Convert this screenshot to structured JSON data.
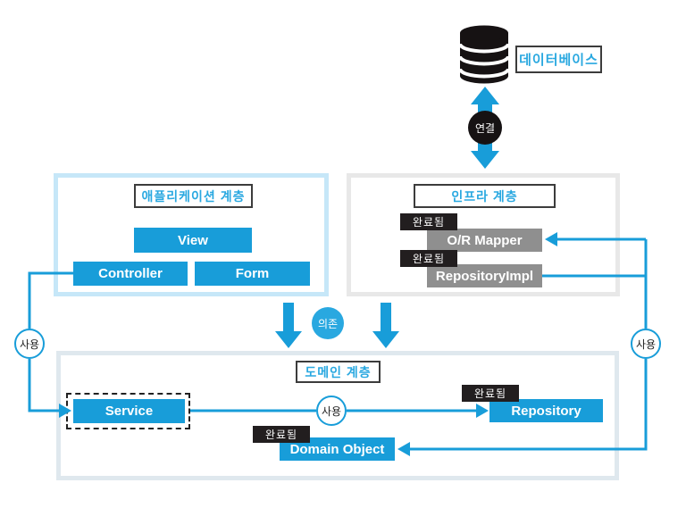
{
  "colors": {
    "accent_blue": "#189dd9",
    "title_blue": "#29a8e0",
    "gray_button": "#8f8f8f",
    "badge_black": "#221e1f",
    "app_layer_border": "#c6e7f8",
    "infra_layer_border": "#e8e8e8",
    "domain_layer_border": "#dfe8ee"
  },
  "database": {
    "label": "데이터베이스",
    "connection_label": "연결"
  },
  "application_layer": {
    "title": "애플리케이션 계층",
    "view": "View",
    "controller": "Controller",
    "form": "Form"
  },
  "infra_layer": {
    "title": "인프라 계층",
    "or_mapper_badge": "완료됨",
    "or_mapper": "O/R Mapper",
    "repository_impl_badge": "완료됨",
    "repository_impl": "RepositoryImpl"
  },
  "domain_layer": {
    "title": "도메인 계층",
    "service": "Service",
    "repository_badge": "완료됨",
    "repository": "Repository",
    "domain_object_badge": "완료됨",
    "domain_object": "Domain Object"
  },
  "edge_labels": {
    "depends": "의존",
    "use_left": "사용",
    "use_middle": "사용",
    "use_right": "사용"
  }
}
